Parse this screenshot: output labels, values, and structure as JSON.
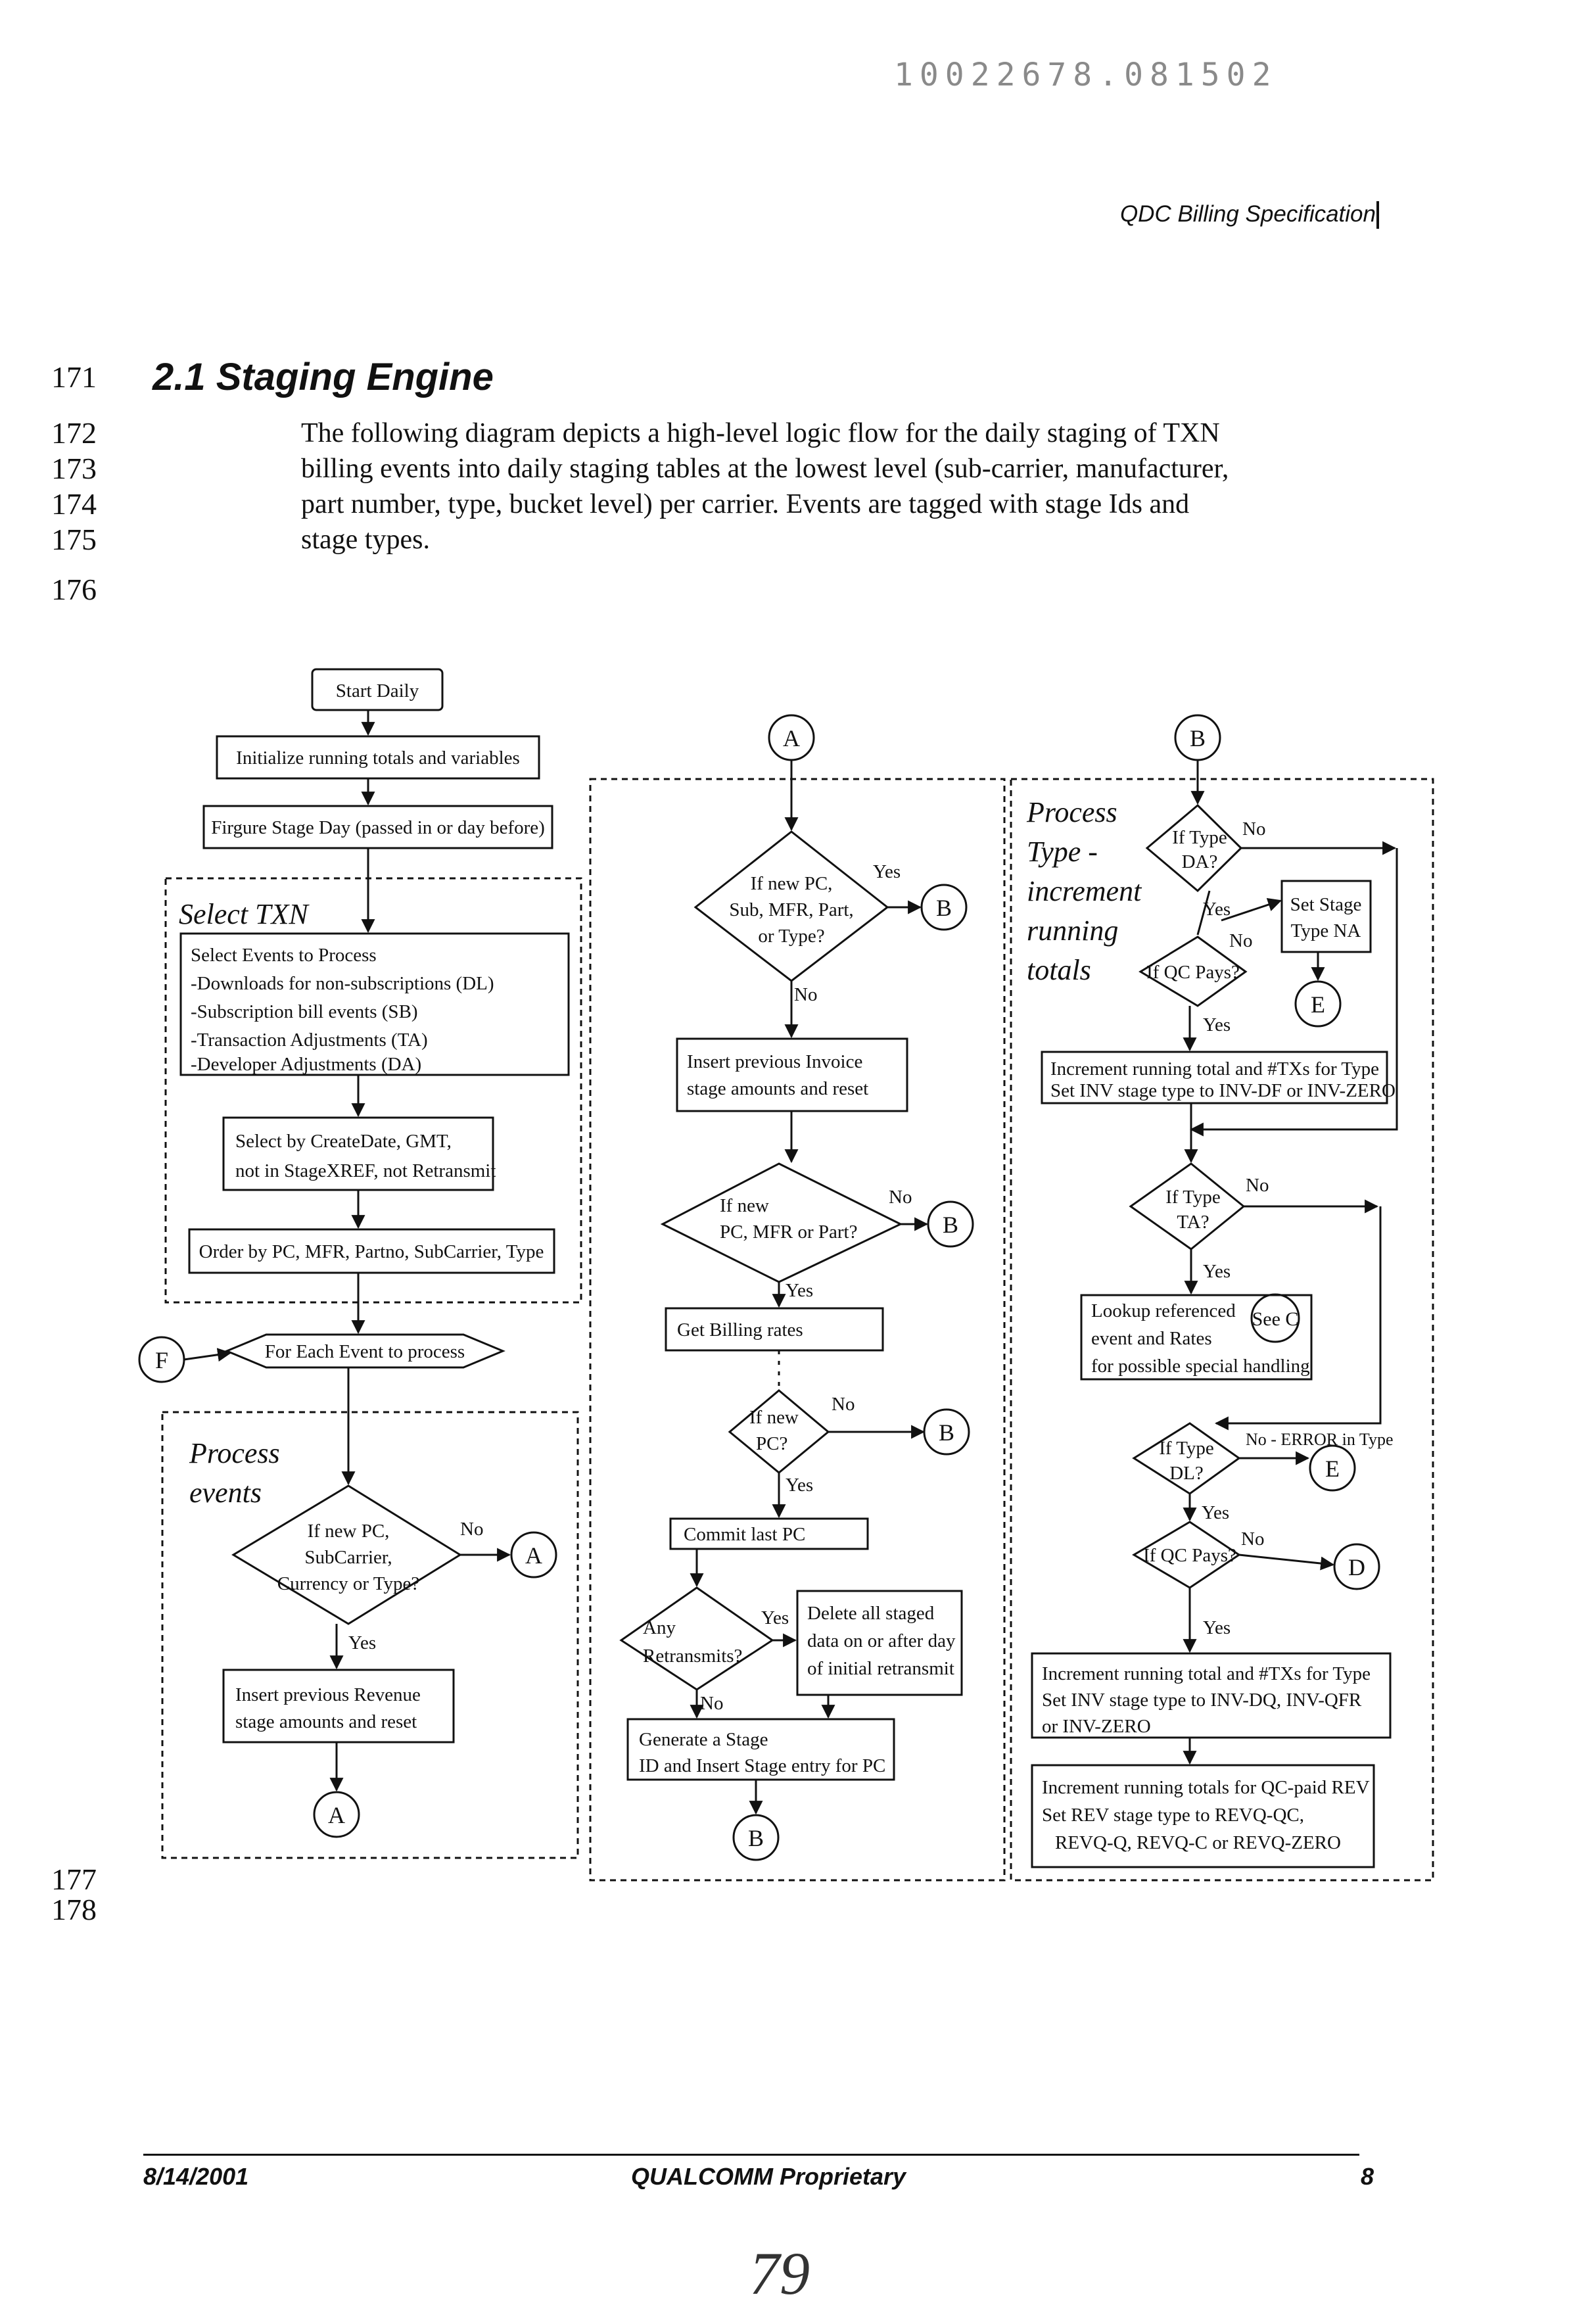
{
  "page": {
    "stamp": "10022678.081502",
    "header": "QDC Billing Specification",
    "section_title": "2.1 Staging Engine",
    "paragraph_lines": [
      "The following diagram depicts a high-level logic flow for the daily staging of TXN",
      "billing events into daily staging tables at the lowest level (sub-carrier, manufacturer,",
      "part number, type, bucket level) per carrier.  Events are tagged with stage Ids and",
      "stage types."
    ],
    "line_numbers": [
      "171",
      "172",
      "173",
      "174",
      "175",
      "176",
      "177",
      "178"
    ],
    "footer": {
      "date": "8/14/2001",
      "center": "QUALCOMM Proprietary",
      "page": "8"
    },
    "handwritten": "79"
  },
  "diagram": {
    "regions": {
      "select_txn": "Select TXN",
      "process_events": [
        "Process",
        "events"
      ],
      "process_type": [
        "Process",
        "Type -",
        "increment",
        "running",
        "totals"
      ]
    },
    "col1": {
      "start": "Start Daily",
      "init": "Initialize running totals and variables",
      "figure_day": "Firgure Stage Day (passed in or day before)",
      "select_events": [
        "Select Events to Process",
        "-Downloads for non-subscriptions (DL)",
        "-Subscription bill events (SB)",
        "-Transaction Adjustments (TA)",
        "-Developer Adjustments (DA)"
      ],
      "select_by": [
        "Select by CreateDate, GMT,",
        "not in StageXREF, not Retransmit"
      ],
      "order_by": "Order by PC, MFR, Partno, SubCarrier, Type",
      "for_each": "For Each Event to process",
      "if_new_pc": [
        "If new PC,",
        "SubCarrier,",
        "Currency or Type?"
      ],
      "insert_revenue": [
        "Insert previous Revenue",
        "stage amounts and reset"
      ]
    },
    "col2": {
      "if_new_pc_sub": [
        "If new PC,",
        "Sub, MFR, Part,",
        "or Type?"
      ],
      "insert_invoice": [
        "Insert previous Invoice",
        "stage amounts and reset"
      ],
      "if_new_pc_mfr": [
        "If new",
        "PC, MFR or Part?"
      ],
      "get_billing": "Get Billing rates",
      "if_new_pc_only": [
        "If new",
        "PC?"
      ],
      "commit": "Commit last PC",
      "any_retransmits": [
        "Any",
        "Retransmits?"
      ],
      "delete_staged": [
        "Delete all staged",
        "data on or after day",
        "of initial retransmit"
      ],
      "generate_stage": [
        "Generate a Stage",
        "ID and Insert Stage entry for PC"
      ]
    },
    "col3": {
      "if_type_da": [
        "If Type",
        "DA?"
      ],
      "set_stage_na": [
        "Set Stage",
        "Type NA"
      ],
      "if_qc_pays_1": "If QC Pays?",
      "increment_1": [
        "Increment running total and #TXs for Type",
        "Set INV stage type to INV-DF or INV-ZERO"
      ],
      "if_type_ta": [
        "If Type",
        "TA?"
      ],
      "lookup": [
        "Lookup referenced",
        "event and Rates",
        "for possible special handling"
      ],
      "see_c": "See C",
      "if_type_dl": [
        "If Type",
        "DL?"
      ],
      "error_type": "No - ERROR in Type",
      "if_qc_pays_2": "If QC Pays?",
      "increment_2": [
        "Increment running total and #TXs for Type",
        "Set INV stage type to INV-DQ, INV-QFR",
        "or INV-ZERO"
      ],
      "increment_3": [
        "Increment running totals for QC-paid REV",
        "Set REV stage type to REVQ-QC,",
        "REVQ-Q, REVQ-C or REVQ-ZERO"
      ]
    },
    "labels": {
      "yes": "Yes",
      "no": "No"
    },
    "connectors": {
      "A": "A",
      "B": "B",
      "C": "C",
      "D": "D",
      "E": "E",
      "F": "F"
    }
  }
}
